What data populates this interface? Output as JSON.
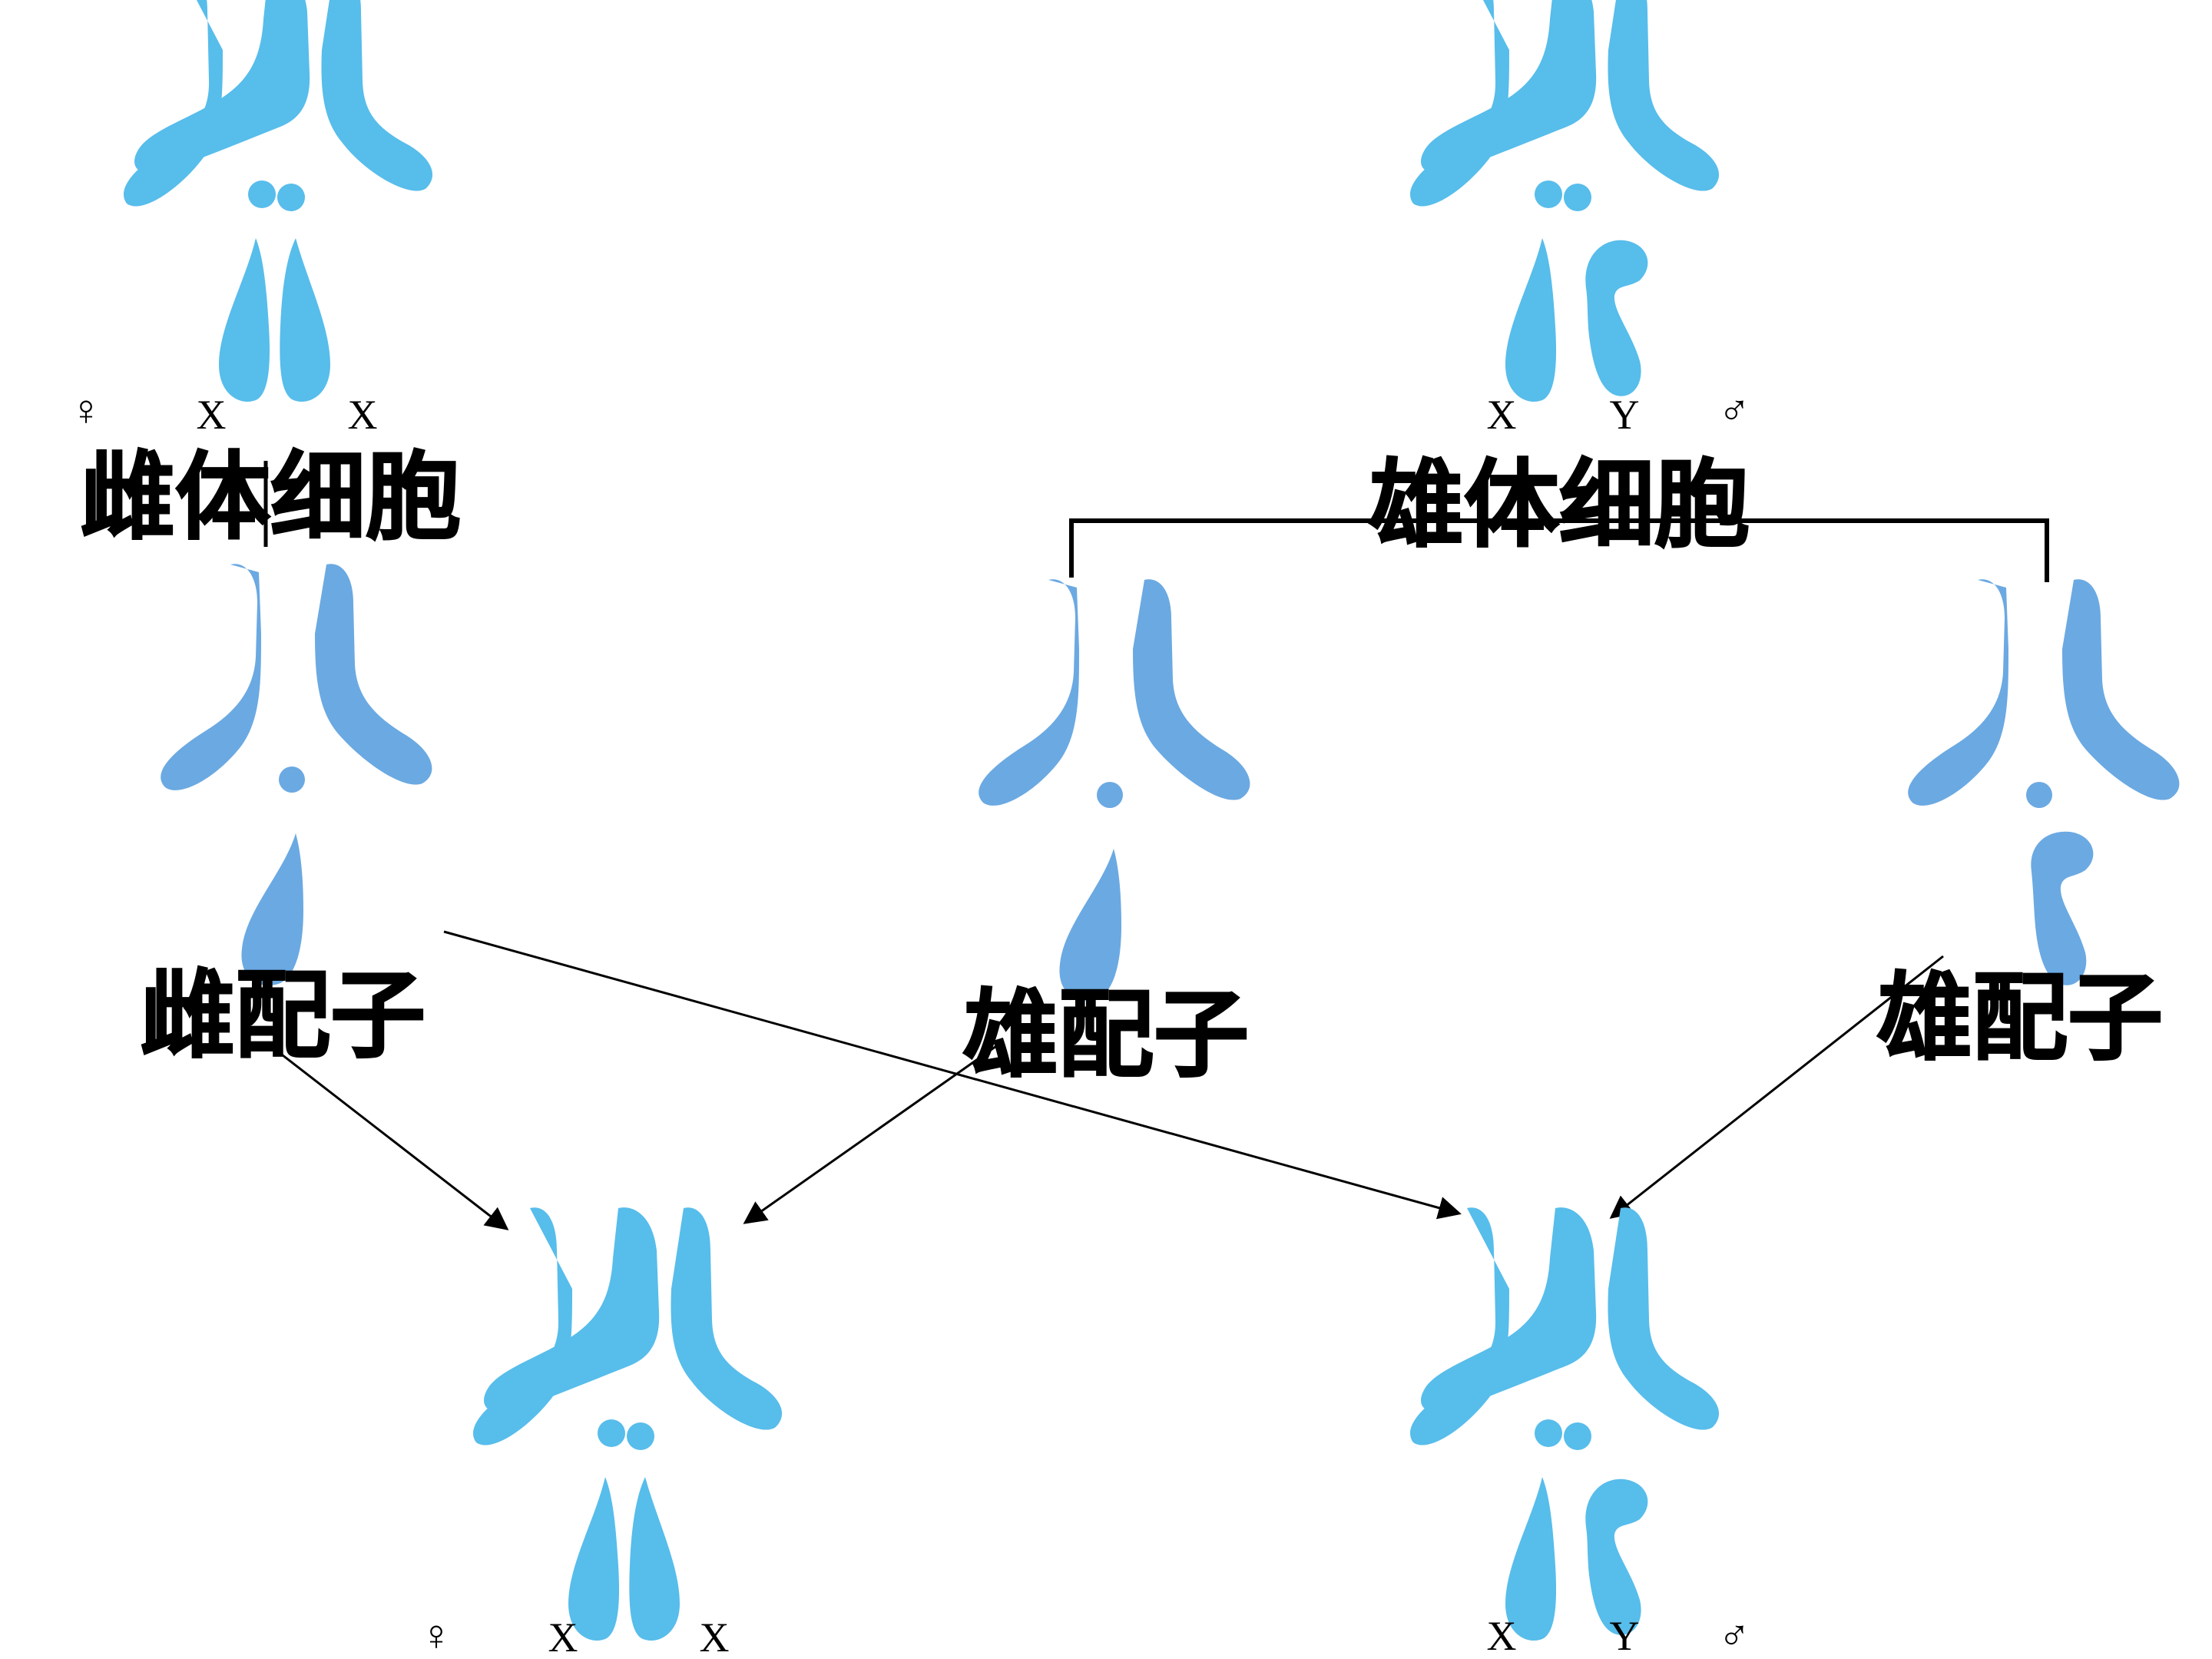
{
  "colors": {
    "chromosome_bright": "#57BDEB",
    "chromosome_muted": "#6BA9E2",
    "line": "#000000",
    "background": "#FFFFFF"
  },
  "labels": {
    "female_cell": "雌体细胞",
    "male_cell": "雄体细胞",
    "female_gamete": "雌配子",
    "male_gamete_1": "雄配子",
    "male_gamete_2": "雄配子"
  },
  "sex_symbols": {
    "female": "♀",
    "male": "♂"
  },
  "chromosome_letters": {
    "female_parent": [
      "X",
      "X"
    ],
    "male_parent": [
      "X",
      "Y"
    ],
    "offspring_female": [
      "X",
      "X"
    ],
    "offspring_male": [
      "X",
      "Y"
    ]
  },
  "icons": {
    "chromosome_set": "chromosome-karyotype-icon",
    "arrow": "arrow-icon",
    "bracket": "division-bracket-icon"
  }
}
